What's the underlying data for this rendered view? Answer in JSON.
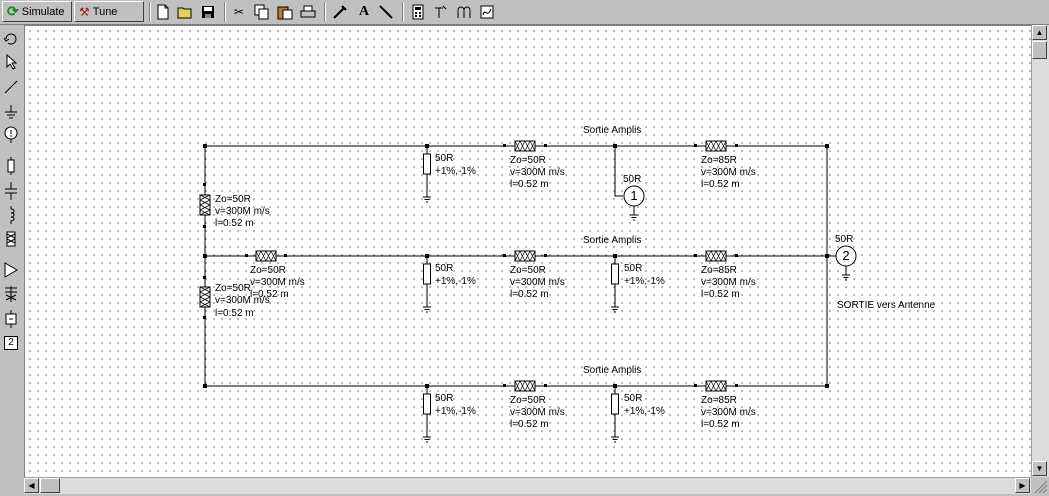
{
  "toolbar": {
    "simulate_label": "Simulate",
    "tune_label": "Tune",
    "text_tool_glyph": "A"
  },
  "left_toolbar": {
    "port_glyph": "2"
  },
  "schematic": {
    "titles": [
      "Sortie Amplis",
      "Sortie Amplis",
      "Sortie Amplis"
    ],
    "output_label": "SORTIE vers Antenne",
    "ports": [
      {
        "number": "1",
        "value": "50R"
      },
      {
        "number": "2",
        "value": "50R"
      }
    ],
    "resistors": [
      {
        "value": "50R",
        "tolerance": "+1%,-1%"
      },
      {
        "value": "50R",
        "tolerance": "+1%,-1%"
      },
      {
        "value": "50R",
        "tolerance": "+1%,-1%"
      },
      {
        "value": "50R",
        "tolerance": "+1%,-1%"
      },
      {
        "value": "50R",
        "tolerance": "+1%,-1%"
      }
    ],
    "lines": [
      {
        "zo": "Zo=50R",
        "v": "v=300M m/s",
        "l": "l=0.52 m"
      },
      {
        "zo": "Zo=85R",
        "v": "v=300M m/s",
        "l": "l=0.52 m"
      },
      {
        "zo": "Zo=50R",
        "v": "v=300M m/s",
        "l": "l=0.52 m"
      },
      {
        "zo": "Zo=50R",
        "v": "v=300M m/s",
        "l": "l=0.52 m"
      },
      {
        "zo": "Zo=50R",
        "v": "v=300M m/s",
        "l": "l=0.52 m"
      },
      {
        "zo": "Zo=85R",
        "v": "v=300M m/s",
        "l": "l=0.52 m"
      },
      {
        "zo": "Zo=50R",
        "v": "v=300M m/s",
        "l": "l=0.52 m"
      },
      {
        "zo": "Zo=50R",
        "v": "v=300M m/s",
        "l": "l=0.52 m"
      },
      {
        "zo": "Zo=85R",
        "v": "v=300M m/s",
        "l": "l=0.52 m"
      }
    ]
  }
}
